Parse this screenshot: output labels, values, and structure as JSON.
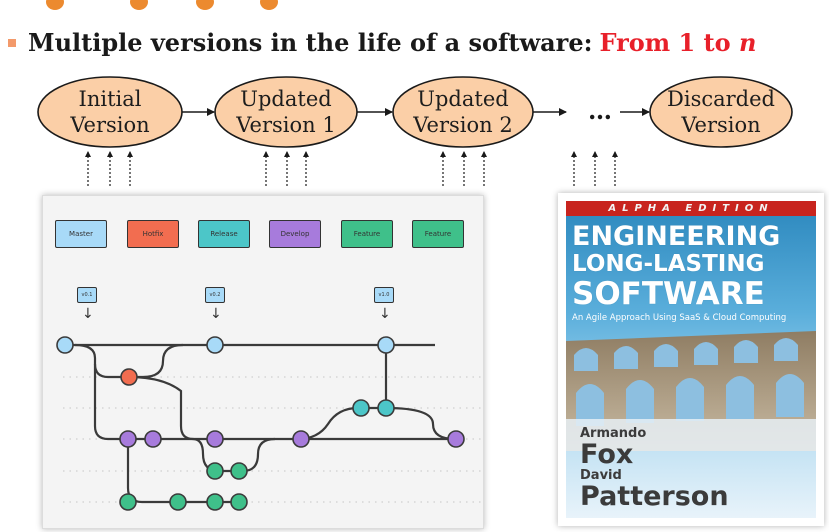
{
  "headline": {
    "lead": "Multiple versions in the life of a software:",
    "highlight": "From 1 to",
    "highlight_var": "n"
  },
  "flow": {
    "nodes": [
      {
        "line1": "Initial",
        "line2": "Version"
      },
      {
        "line1": "Updated",
        "line2": "Version 1"
      },
      {
        "line1": "Updated",
        "line2": "Version 2"
      },
      {
        "line1": "Discarded",
        "line2": "Version"
      }
    ],
    "ellipsis": "…"
  },
  "git": {
    "branches": [
      {
        "label": "Master",
        "color": "#a8daf8"
      },
      {
        "label": "Hotfix",
        "color": "#f26d50"
      },
      {
        "label": "Release",
        "color": "#4cc6c8"
      },
      {
        "label": "Develop",
        "color": "#a77bdc"
      },
      {
        "label": "Feature",
        "color": "#3fc08a"
      },
      {
        "label": "Feature",
        "color": "#3fc08a"
      }
    ],
    "tags": [
      {
        "label": "v0.1"
      },
      {
        "label": "v0.2"
      },
      {
        "label": "v1.0"
      }
    ],
    "arrow": "↓"
  },
  "book": {
    "edition": "ALPHA EDITION",
    "title_line1": "ENGINEERING",
    "title_line2": "LONG-LASTING",
    "title_line3": "SOFTWARE",
    "subtitle": "An Agile Approach Using SaaS & Cloud Computing",
    "author1_first": "Armando",
    "author1_last": "Fox",
    "author2_first": "David",
    "author2_last": "Patterson"
  },
  "colors": {
    "node_fill": "#fbcfa7",
    "accent_red": "#e8202a",
    "bullet": "#f39a6b"
  }
}
